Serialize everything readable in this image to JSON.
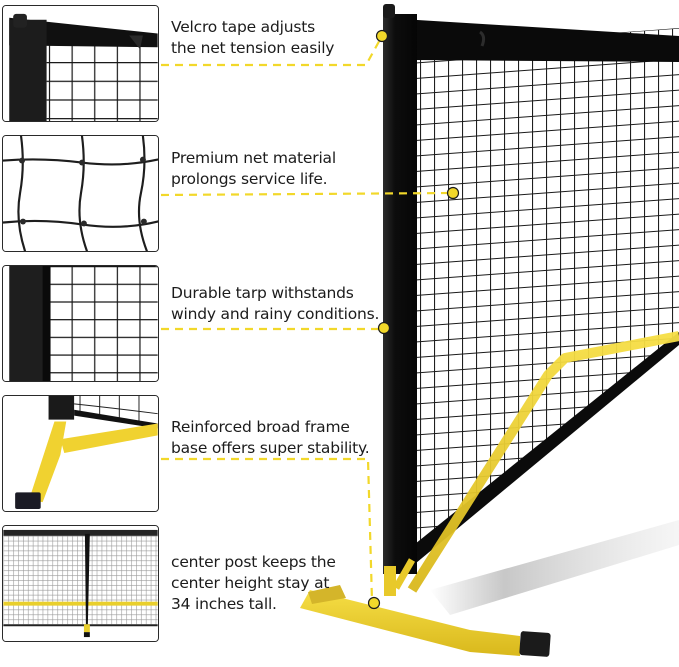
{
  "colors": {
    "accent_yellow": "#f2d82a",
    "frame_yellow": "#f0d230",
    "net_black": "#111111",
    "text": "#1c1c1c"
  },
  "features": [
    {
      "id": "velcro",
      "thumbnail": "velcro-tape-closeup",
      "lines": [
        "Velcro tape adjusts",
        "the net tension easily"
      ]
    },
    {
      "id": "net-material",
      "thumbnail": "net-mesh-closeup",
      "lines": [
        "Premium net material",
        "prolongs service life."
      ]
    },
    {
      "id": "tarp",
      "thumbnail": "tarp-edge-closeup",
      "lines": [
        "Durable tarp withstands",
        "windy and rainy conditions."
      ]
    },
    {
      "id": "frame-base",
      "thumbnail": "frame-base-closeup",
      "lines": [
        "Reinforced broad frame",
        "base offers super stability."
      ]
    },
    {
      "id": "center-post",
      "thumbnail": "center-post-front-view",
      "lines": [
        "center post keeps the",
        "center height stay at",
        "34 inches tall."
      ]
    }
  ],
  "product": {
    "name_icon": "pickleball-net-with-yellow-frame"
  }
}
